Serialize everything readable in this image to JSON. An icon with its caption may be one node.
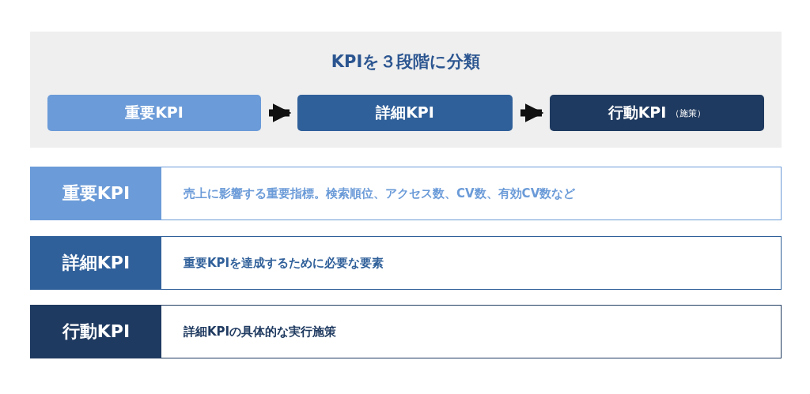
{
  "diagram": {
    "nodes": [
      {
        "text": [
          "KPIを３段階に分類"
        ]
      },
      {
        "text": [
          "重要KPI"
        ],
        "in": 0
      },
      {
        "text": [
          "詳細KPI"
        ],
        "in": 0
      },
      {
        "text": [
          "行動KPI",
          "（施策）"
        ],
        "in": 0
      },
      {
        "text": [
          "重要KPI",
          "売上に影響する重要指標。検索順位、アクセス数、CV数、有効CV数など"
        ]
      },
      {
        "text": [
          "詳細KPI",
          "重要KPIを達成するために必要な要素"
        ]
      },
      {
        "text": [
          "行動KPI",
          "詳細KPIの具体的な実行施策"
        ]
      }
    ],
    "edges": [
      {
        "from": 1,
        "to": 2,
        "arrow": "to"
      },
      {
        "from": 2,
        "to": 3,
        "arrow": "to"
      }
    ]
  }
}
